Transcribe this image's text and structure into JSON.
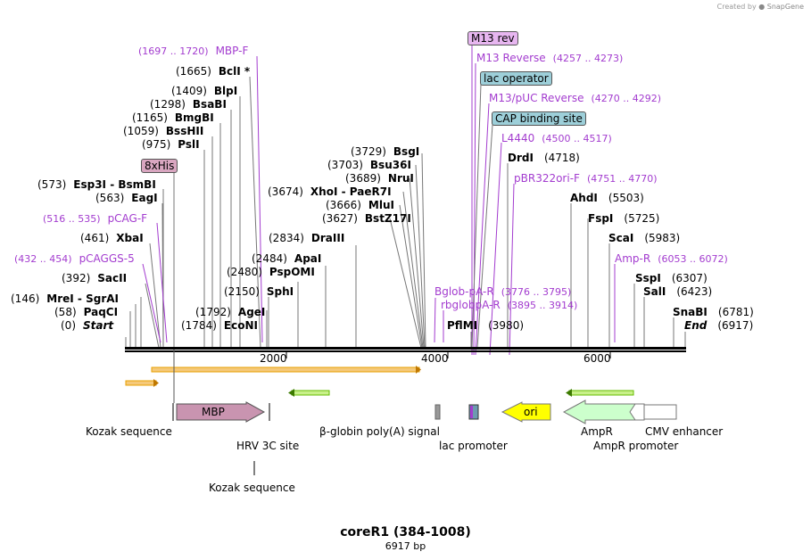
{
  "credit": {
    "prefix": "Created by",
    "brand": "SnapGene"
  },
  "title": "coreR1 (384-1008)",
  "subtitle": "6917 bp",
  "ruler": [
    "2000",
    "4000",
    "6000"
  ],
  "sites": [
    {
      "pos": "(1697 .. 1720)",
      "name": "MBP-F",
      "primer": true
    },
    {
      "pos": "(1665)",
      "name": "BclI *"
    },
    {
      "pos": "(1409)",
      "name": "BlpI"
    },
    {
      "pos": "(1298)",
      "name": "BsaBI"
    },
    {
      "pos": "(1165)",
      "name": "BmgBI"
    },
    {
      "pos": "(1059)",
      "name": "BssHII"
    },
    {
      "pos": "(975)",
      "name": "PslI"
    },
    {
      "pos": "(573)",
      "name": "Esp3I",
      "name2": "BsmBI"
    },
    {
      "pos": "(563)",
      "name": "EagI"
    },
    {
      "pos": "(516 .. 535)",
      "name": "pCAG-F",
      "primer": true
    },
    {
      "pos": "(461)",
      "name": "XbaI"
    },
    {
      "pos": "(432 .. 454)",
      "name": "pCAGGS-5",
      "primer": true
    },
    {
      "pos": "(392)",
      "name": "SacII"
    },
    {
      "pos": "(146)",
      "name": "MreI",
      "name2": "SgrAI"
    },
    {
      "pos": "(58)",
      "name": "PaqCI"
    },
    {
      "pos": "(0)",
      "name": "Start",
      "end": true
    },
    {
      "pos": "(1792)",
      "name": "AgeI"
    },
    {
      "pos": "(1784)",
      "name": "EcoNI"
    },
    {
      "pos": "(2150)",
      "name": "SphI"
    },
    {
      "pos": "(2480)",
      "name": "PspOMI"
    },
    {
      "pos": "(2484)",
      "name": "ApaI"
    },
    {
      "pos": "(2834)",
      "name": "DraIII"
    },
    {
      "pos": "(3729)",
      "name": "BsgI"
    },
    {
      "pos": "(3703)",
      "name": "Bsu36I"
    },
    {
      "pos": "(3689)",
      "name": "NruI"
    },
    {
      "pos": "(3674)",
      "name": "XhoI",
      "name2": "PaeR7I"
    },
    {
      "pos": "(3666)",
      "name": "MluI"
    },
    {
      "pos": "(3627)",
      "name": "BstZ17I"
    },
    {
      "pos": "(3776 .. 3795)",
      "name": "Bglob-pA-R",
      "primer": true
    },
    {
      "pos": "(3895 .. 3914)",
      "name": "rbglobpA-R",
      "primer": true
    },
    {
      "pos": "(3980)",
      "name": "PflMI"
    },
    {
      "pos": "(4257 .. 4273)",
      "name": "M13 Reverse",
      "primer": true
    },
    {
      "pos": "(4270 .. 4292)",
      "name": "M13/pUC Reverse",
      "primer": true
    },
    {
      "pos": "(4500 .. 4517)",
      "name": "L4440",
      "primer": true
    },
    {
      "pos": "(4718)",
      "name": "DrdI"
    },
    {
      "pos": "(4751 .. 4770)",
      "name": "pBR322ori-F",
      "primer": true
    },
    {
      "pos": "(5503)",
      "name": "AhdI"
    },
    {
      "pos": "(5725)",
      "name": "FspI"
    },
    {
      "pos": "(5983)",
      "name": "ScaI"
    },
    {
      "pos": "(6053 .. 6072)",
      "name": "Amp-R",
      "primer": true
    },
    {
      "pos": "(6307)",
      "name": "SspI"
    },
    {
      "pos": "(6423)",
      "name": "SalI"
    },
    {
      "pos": "(6781)",
      "name": "SnaBI"
    },
    {
      "pos": "(6917)",
      "name": "End",
      "end": true
    }
  ],
  "boxed": [
    {
      "name": "8xHis",
      "color": "#d9a6c0"
    },
    {
      "name": "M13 rev",
      "color": "#e7b6f0"
    },
    {
      "name": "lac operator",
      "color": "#9dcfd9"
    },
    {
      "name": "CAP binding site",
      "color": "#9dcfd9"
    }
  ],
  "features": {
    "mbp": "MBP",
    "ori": "ori",
    "kozak1": "Kozak sequence",
    "kozak2": "Kozak sequence",
    "hrv": "HRV 3C site",
    "globin": "β-globin poly(A) signal",
    "lac": "lac promoter",
    "ampr": "AmpR",
    "amprp": "AmpR promoter",
    "cmv": "CMV enhancer"
  },
  "colors": {
    "mbp": "#c994b0",
    "ori": "#ffff00",
    "ampr": "#ccffcc",
    "primer": "#a33ccf",
    "orf": "#e8a000",
    "green_orf": "#66bb00"
  }
}
